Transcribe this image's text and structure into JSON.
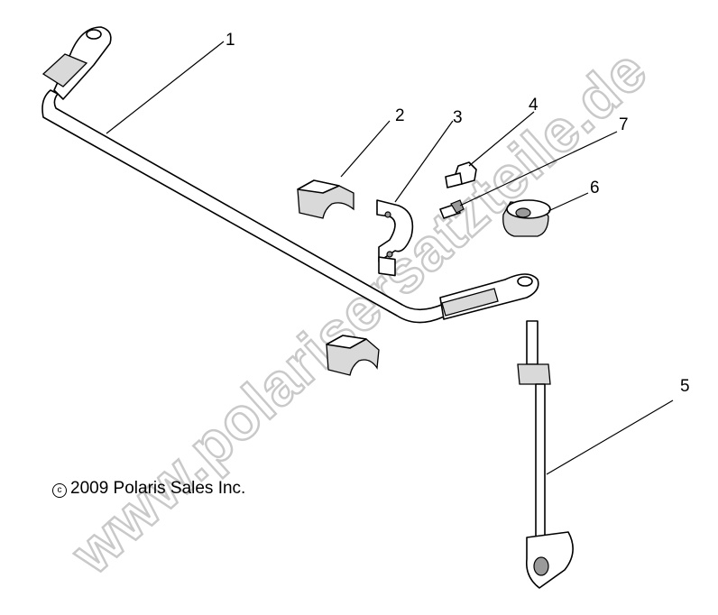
{
  "diagram": {
    "copyright_symbol": "c",
    "copyright_text": "2009 Polaris Sales Inc.",
    "watermark": "www.polarisersatzteile.de",
    "callouts": [
      {
        "id": "1",
        "label": "1"
      },
      {
        "id": "2",
        "label": "2"
      },
      {
        "id": "3",
        "label": "3"
      },
      {
        "id": "4",
        "label": "4"
      },
      {
        "id": "5",
        "label": "5"
      },
      {
        "id": "6",
        "label": "6"
      },
      {
        "id": "7",
        "label": "7"
      }
    ]
  }
}
